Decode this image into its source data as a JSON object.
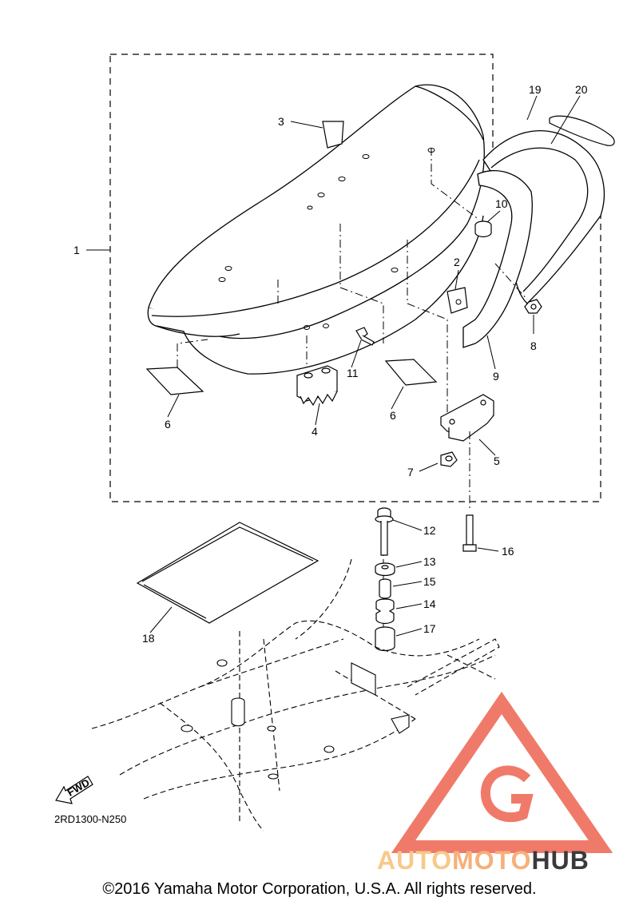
{
  "diagram": {
    "reference_code": "2RD1300-N250",
    "fwd_label": "FWD",
    "callouts": [
      "1",
      "2",
      "3",
      "4",
      "5",
      "6",
      "6",
      "7",
      "8",
      "9",
      "10",
      "11",
      "12",
      "13",
      "14",
      "15",
      "16",
      "17",
      "18",
      "19",
      "20"
    ]
  },
  "watermark": {
    "brand_part1": "AUTO",
    "brand_part2": "MOTO",
    "brand_part3": "HUB",
    "colors": {
      "auto": "#f7c98a",
      "moto": "#f6b07a",
      "hub": "#3a3a3a",
      "triangle": "#f07a6a"
    }
  },
  "footer": {
    "copyright": "©2016 Yamaha Motor Corporation, U.S.A. All rights reserved."
  }
}
